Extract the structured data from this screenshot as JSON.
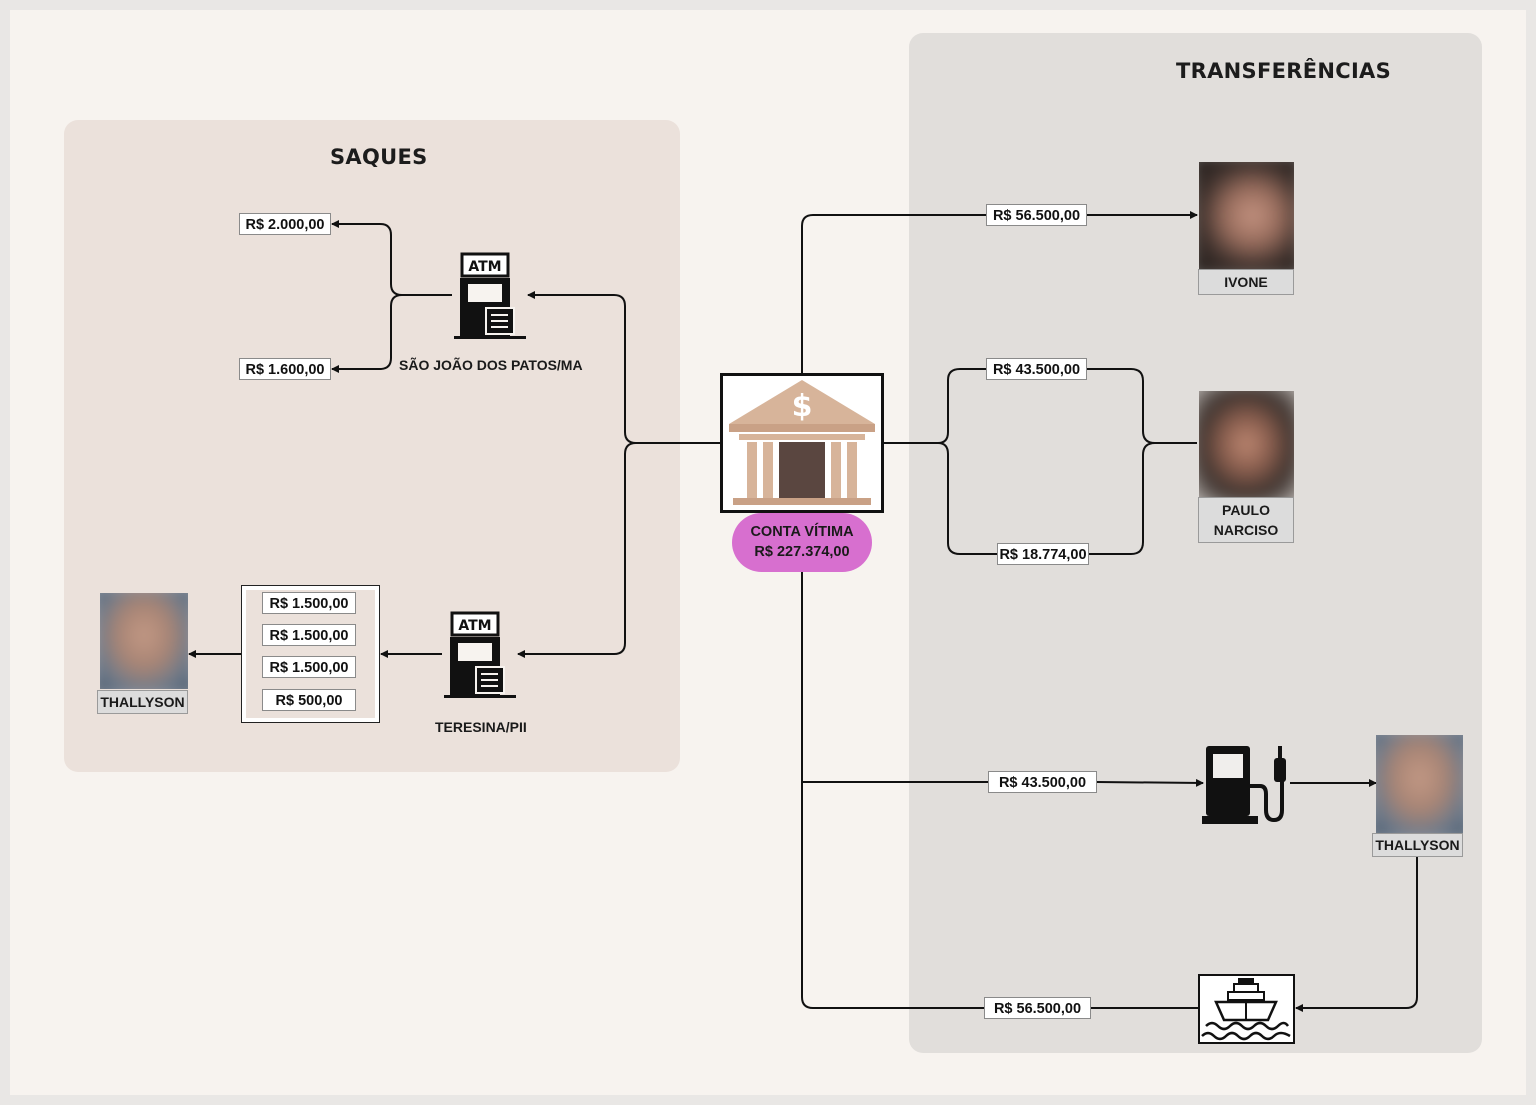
{
  "sections": {
    "saques_title": "SAQUES",
    "transferencias_title": "TRANSFERÊNCIAS"
  },
  "center": {
    "conta_label": "CONTA VÍTIMA",
    "conta_value": "R$ 227.374,00",
    "icon": "bank-icon"
  },
  "saques": {
    "atm_top": {
      "icon": "atm-icon",
      "atm_text": "ATM",
      "location": "SÃO JOÃO DOS PATOS/MA",
      "amounts": [
        "R$ 2.000,00",
        "R$ 1.600,00"
      ]
    },
    "atm_bottom": {
      "icon": "atm-icon",
      "atm_text": "ATM",
      "location": "TERESINA/PII",
      "amounts": [
        "R$ 1.500,00",
        "R$ 1.500,00",
        "R$ 1.500,00",
        "R$ 500,00"
      ]
    },
    "recipient": {
      "name": "THALLYSON"
    }
  },
  "transferencias": {
    "ivone": {
      "name": "IVONE",
      "amount": "R$ 56.500,00"
    },
    "paulo": {
      "name_line1": "PAULO",
      "name_line2": "NARCISO",
      "amounts": [
        "R$ 43.500,00",
        "R$ 18.774,00"
      ]
    },
    "fuel": {
      "icon": "fuel-pump-icon",
      "amount": "R$ 43.500,00"
    },
    "thallyson": {
      "name": "THALLYSON"
    },
    "ship": {
      "icon": "ship-icon",
      "amount": "R$ 56.500,00"
    }
  },
  "colors": {
    "background": "#f7f3ef",
    "saques_panel": "#ebe1db",
    "transferencias_panel": "#e1dedb",
    "pill": "#d76fcf",
    "bank_tan": "#d7b49a",
    "bank_door": "#5a4640"
  }
}
